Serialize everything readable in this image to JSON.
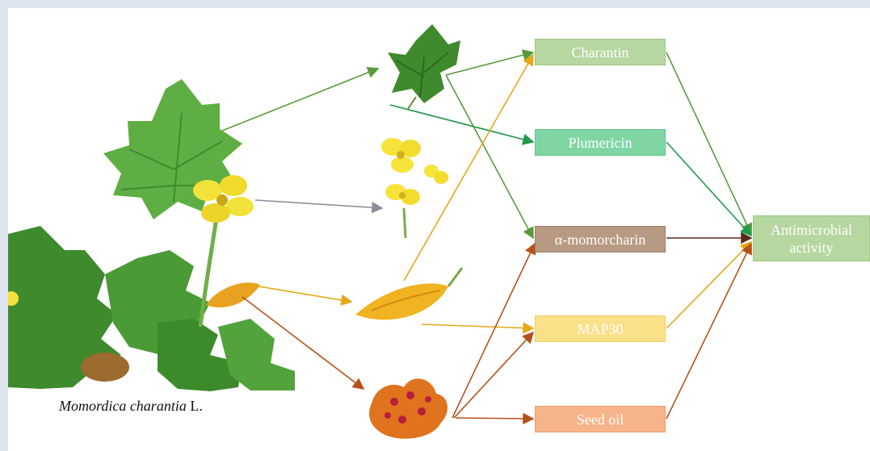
{
  "compounds": [
    {
      "id": "charantin",
      "label": "Charantin",
      "color": "#b6d7a0",
      "border": "#9cc685"
    },
    {
      "id": "plumericin",
      "label": "Plumericin",
      "color": "#7fd6a4",
      "border": "#5fc48b"
    },
    {
      "id": "momorcharin",
      "label": "α-momorcharin",
      "color": "#b89a83",
      "border": "#9c7f68"
    },
    {
      "id": "map30",
      "label": "MAP30",
      "color": "#fbe08a",
      "border": "#f2cf63"
    },
    {
      "id": "seed-oil",
      "label": "Seed oil",
      "color": "#f7b48a",
      "border": "#ee9c6c"
    }
  ],
  "outcome": {
    "label": "Antimicrobial activity",
    "line1": "Antimicrobial",
    "line2": "activity",
    "color": "#b6d7a0",
    "border": "#9cc685"
  },
  "caption": {
    "species": "Momordica charantia",
    "authority": "L."
  },
  "plant_parts": [
    "leaf",
    "flower",
    "fruit",
    "seed"
  ],
  "colors": {
    "leaf_arrow": "#5a9a3c",
    "flower_arrow": "#8a8f98",
    "fruit_arrow": "#e6a817",
    "seed_arrow": "#b5521b",
    "plumericin_arrow": "#1f9a4c",
    "momorcharin_arrow": "#5a2a1a"
  }
}
